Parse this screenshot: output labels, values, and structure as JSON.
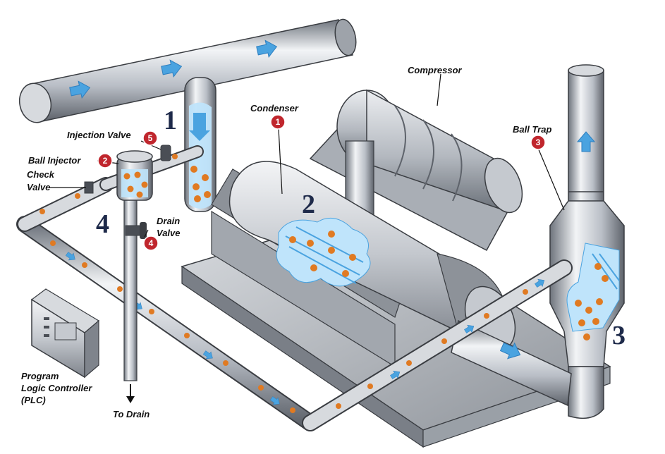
{
  "colors": {
    "pipe_light": "#eef0f3",
    "pipe_mid": "#b9bec6",
    "pipe_dark": "#6e747d",
    "flow_arrow": "#4aa3e0",
    "water": "#bfe4fb",
    "ball": "#e07a22",
    "badge": "#c0262d",
    "outline": "#3a3d42"
  },
  "labels": {
    "compressor": "Compressor",
    "condenser": "Condenser",
    "ball_trap": "Ball Trap",
    "injection_valve": "Injection Valve",
    "ball_injector": "Ball Injector",
    "check_valve_1": "Check",
    "check_valve_2": "Valve",
    "drain_valve_1": "Drain",
    "drain_valve_2": "Valve",
    "plc_1": "Program",
    "plc_2": "Logic Controller",
    "plc_3": "(PLC)",
    "to_drain": "To Drain"
  },
  "badges": {
    "condenser": "1",
    "ball_injector": "2",
    "ball_trap": "3",
    "drain_valve": "4",
    "injection_valve": "5"
  },
  "stages": {
    "s1": "1",
    "s2": "2",
    "s3": "3",
    "s4": "4"
  },
  "icons": {
    "flow": "flow-arrow-icon",
    "ball": "cleaning-ball-icon",
    "drain": "arrow-down-icon"
  }
}
